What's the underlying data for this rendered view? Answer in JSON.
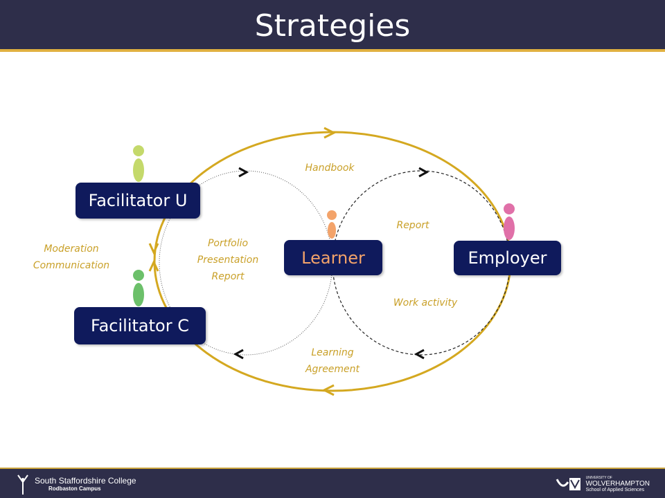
{
  "title": "Strategies",
  "nodes": {
    "facilitator_u": "Facilitator U",
    "facilitator_c": "Facilitator C",
    "learner": "Learner",
    "employer": "Employer"
  },
  "labels": {
    "handbook": "Handbook",
    "report": "Report",
    "portfolio": [
      "Portfolio",
      "Presentation",
      "Report"
    ],
    "moderation": [
      "Moderation",
      "Communication"
    ],
    "work_activity": "Work activity",
    "learning_agreement": [
      "Learning",
      "Agreement"
    ]
  },
  "footer": {
    "college": "South Staffordshire College",
    "campus": "Rodbaston Campus",
    "uni_of": "UNIVERSITY OF",
    "uni": "WOLVERHAMPTON",
    "school": "School of Applied Sciences"
  },
  "colors": {
    "header": "#2e2e4a",
    "node": "#0f1a5c",
    "accent": "#d4a820",
    "learner_text": "#f3a36a",
    "person_facilitator_u": "#c4d96b",
    "person_facilitator_c": "#6cc06a",
    "person_learner": "#f3a36a",
    "person_employer": "#e070a8"
  }
}
